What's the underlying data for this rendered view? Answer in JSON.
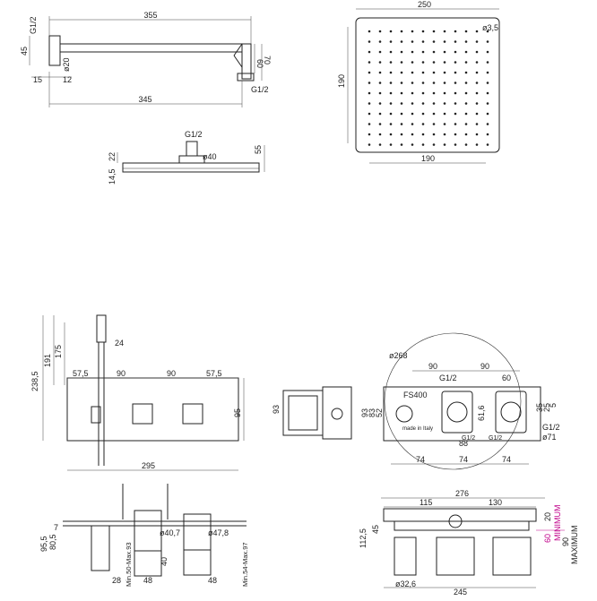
{
  "colors": {
    "line": "#222222",
    "accent": "#c0008a",
    "background": "#ffffff"
  },
  "arm": {
    "len_top": "355",
    "len_bottom": "345",
    "thread_left": "G1/2",
    "thread_right": "G1/2",
    "sq": "45",
    "pipe": "ø20",
    "height1": "60",
    "height2": "70",
    "d15": "15",
    "d12": "12"
  },
  "head_side": {
    "thread": "G1/2",
    "flange": "ø40",
    "h55": "55",
    "h22": "22",
    "h14": "14,5"
  },
  "head_top": {
    "width": "250",
    "inner_bottom": "190",
    "inner_left": "190",
    "hole": "ø3,5"
  },
  "handshower": {
    "h238": "238,5",
    "h191": "191",
    "h175": "175",
    "d24": "24"
  },
  "plate": {
    "d57a": "57,5",
    "d90a": "90",
    "d90b": "90",
    "d57b": "57,5",
    "width": "295",
    "height": "95"
  },
  "box_side": {
    "h93": "93"
  },
  "valve": {
    "circle": "ø268",
    "d90a": "90",
    "d90b": "90",
    "t1": "G1/2",
    "t2": "G1/2",
    "d60": "60",
    "h93": "93",
    "h83": "83",
    "h52": "52",
    "d61": "61,6",
    "d35": "35",
    "d25": "25",
    "label": "FS400",
    "made": "made in Italy",
    "d88": "88",
    "b74a": "74",
    "b74b": "74",
    "b74c": "74",
    "d71": "ø71",
    "d5": "5",
    "b_t1": "G1/2",
    "b_t2": "G1/2"
  },
  "section": {
    "h95": "95,5",
    "h80": "80,5",
    "d7": "7",
    "min1": "Min.50-Max.93",
    "min2": "Min.54-Max.97",
    "d40": "ø40,7",
    "d47": "ø47,8",
    "d28": "28",
    "d48a": "48",
    "d40b": "40",
    "d48b": "48"
  },
  "box_front": {
    "d276": "276",
    "d115": "115",
    "d130": "130",
    "d45": "45",
    "d112": "112,5",
    "d20": "20",
    "d60": "60",
    "d90": "90",
    "min": "MINIMUM",
    "max": "MAXIMUM",
    "d32": "ø32,6",
    "d245": "245"
  }
}
